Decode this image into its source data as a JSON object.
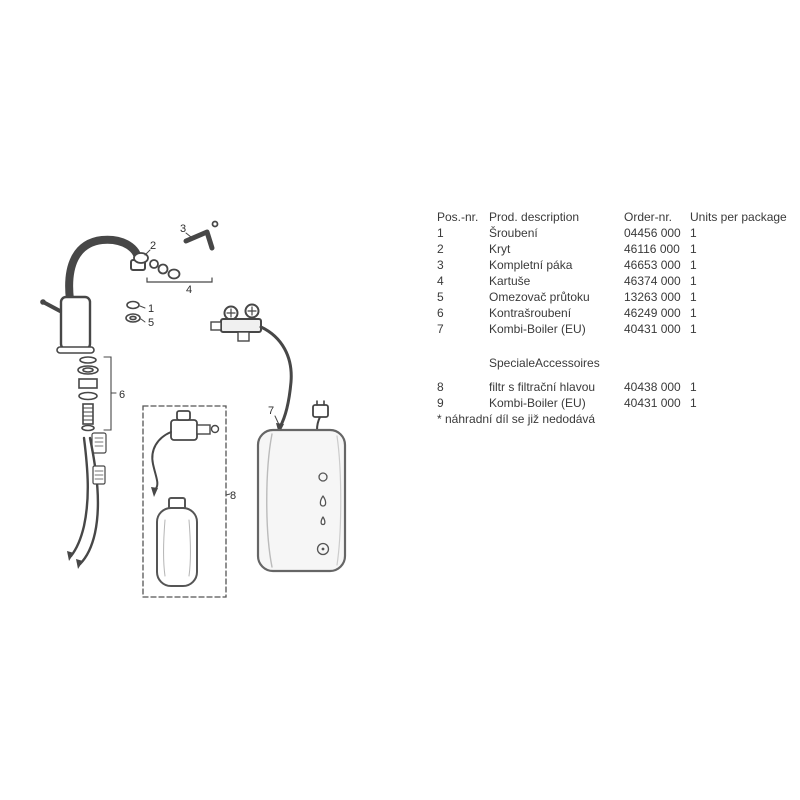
{
  "table": {
    "headers": [
      "Pos.-nr.",
      "Prod. description",
      "Order-nr.",
      "Units per package"
    ],
    "rows": [
      {
        "pos": "1",
        "desc": "Šroubení",
        "order": "04456 000",
        "units": "1"
      },
      {
        "pos": "2",
        "desc": "Kryt",
        "order": "46116 000",
        "units": "1"
      },
      {
        "pos": "3",
        "desc": "Kompletní páka",
        "order": "46653 000",
        "units": "1"
      },
      {
        "pos": "4",
        "desc": "Kartuše",
        "order": "46374 000",
        "units": "1"
      },
      {
        "pos": "5",
        "desc": "Omezovač průtoku",
        "order": "13263 000",
        "units": "1"
      },
      {
        "pos": "6",
        "desc": "Kontrašroubení",
        "order": "46249 000",
        "units": "1"
      },
      {
        "pos": "7",
        "desc": "Kombi-Boiler (EU)",
        "order": "40431 000",
        "units": "1"
      }
    ],
    "section_label": "SpecialeAccessoires",
    "accessory_rows": [
      {
        "pos": "8",
        "desc": "filtr s filtrační hlavou",
        "order": "40438 000",
        "units": "1"
      },
      {
        "pos": "9",
        "desc": "Kombi-Boiler (EU)",
        "order": "40431 000",
        "units": "1"
      }
    ],
    "footnote": "* náhradní díl se již nedodává"
  },
  "diagram": {
    "callouts": {
      "c1": "1",
      "c2": "2",
      "c3": "3",
      "c4": "4",
      "c5": "5",
      "c6": "6",
      "c7": "7",
      "c8": "8"
    },
    "line_color": "#474747",
    "dashed_box_color": "#555555"
  }
}
